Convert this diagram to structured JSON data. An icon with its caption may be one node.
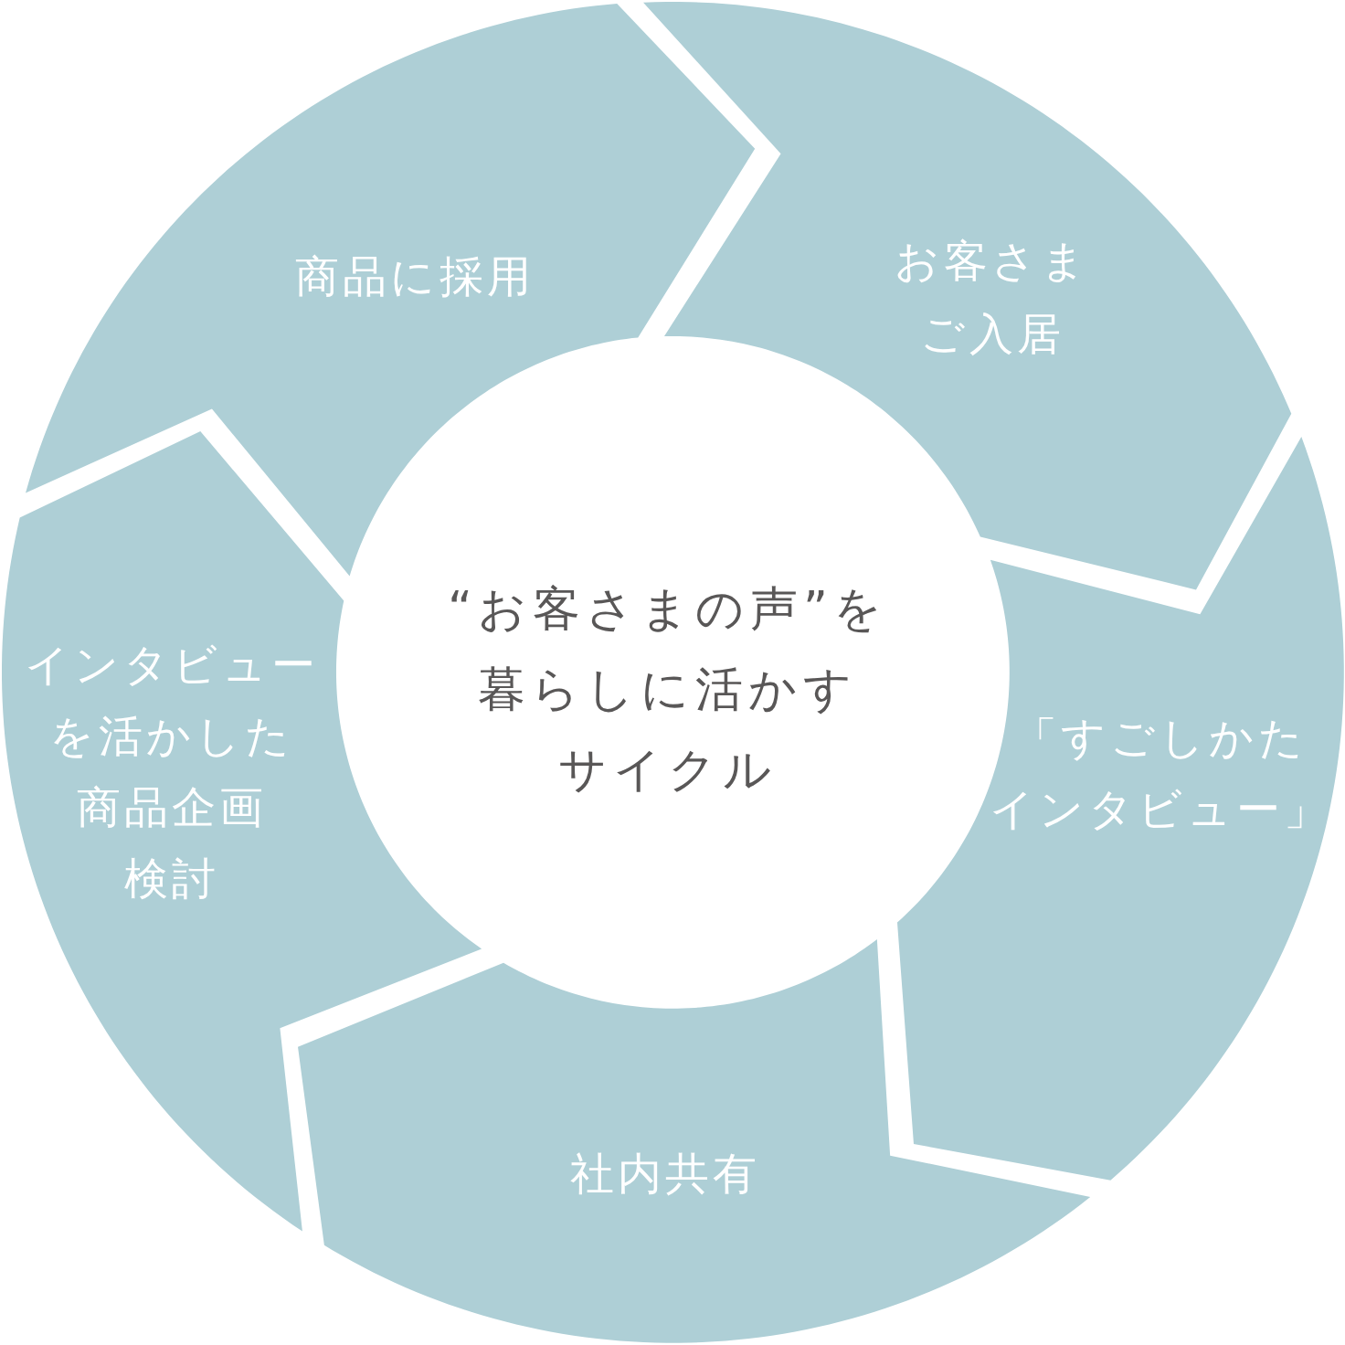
{
  "diagram": {
    "nodes": [
      {
        "text": [
          "“お客さまの声”を暮らしに活かすサイクル"
        ]
      },
      {
        "text": [
          "お客さまご入居"
        ]
      },
      {
        "text": [
          "「すごしかたインタビュー」"
        ]
      },
      {
        "text": [
          "社内共有"
        ]
      },
      {
        "text": [
          "インタビューを活かした商品企画検討"
        ]
      },
      {
        "text": [
          "商品に採用"
        ]
      }
    ]
  }
}
